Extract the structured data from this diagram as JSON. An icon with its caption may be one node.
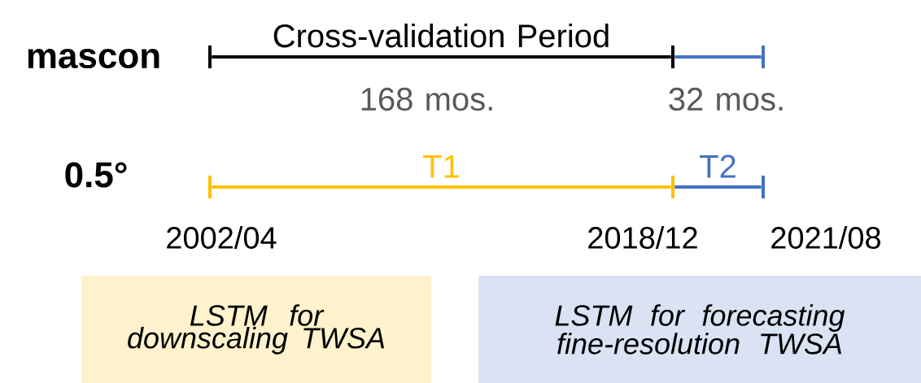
{
  "diagram": {
    "nodes": [
      {
        "text": [],
        "shape": "bar"
      },
      {
        "text": [],
        "shape": "bar"
      },
      {
        "text": [],
        "shape": "bar"
      },
      {
        "text": [],
        "shape": "bar"
      },
      {
        "text": [],
        "shape": "bar"
      },
      {
        "text": [],
        "shape": "bar"
      },
      {
        "text": [
          "LSTM for downscaling TWSA"
        ]
      },
      {
        "text": [
          "LSTM for forecasting fine-resolution TWSA"
        ]
      }
    ],
    "edges": [
      {
        "from": 0,
        "to": 1,
        "arrow": "none",
        "label": "Cross-validation Period",
        "color": "#000000"
      },
      {
        "from": 1,
        "to": 2,
        "arrow": "none",
        "color": "#4472c4"
      },
      {
        "from": 3,
        "to": 4,
        "arrow": "none",
        "label": "T1",
        "color": "#ffc000"
      },
      {
        "from": 4,
        "to": 5,
        "arrow": "none",
        "label": "T2",
        "color": "#4472c4"
      }
    ],
    "labels": [
      "mascon",
      "168 mos.",
      "32 mos.",
      "0.5°",
      "2002/04",
      "2018/12",
      "2021/08"
    ]
  }
}
